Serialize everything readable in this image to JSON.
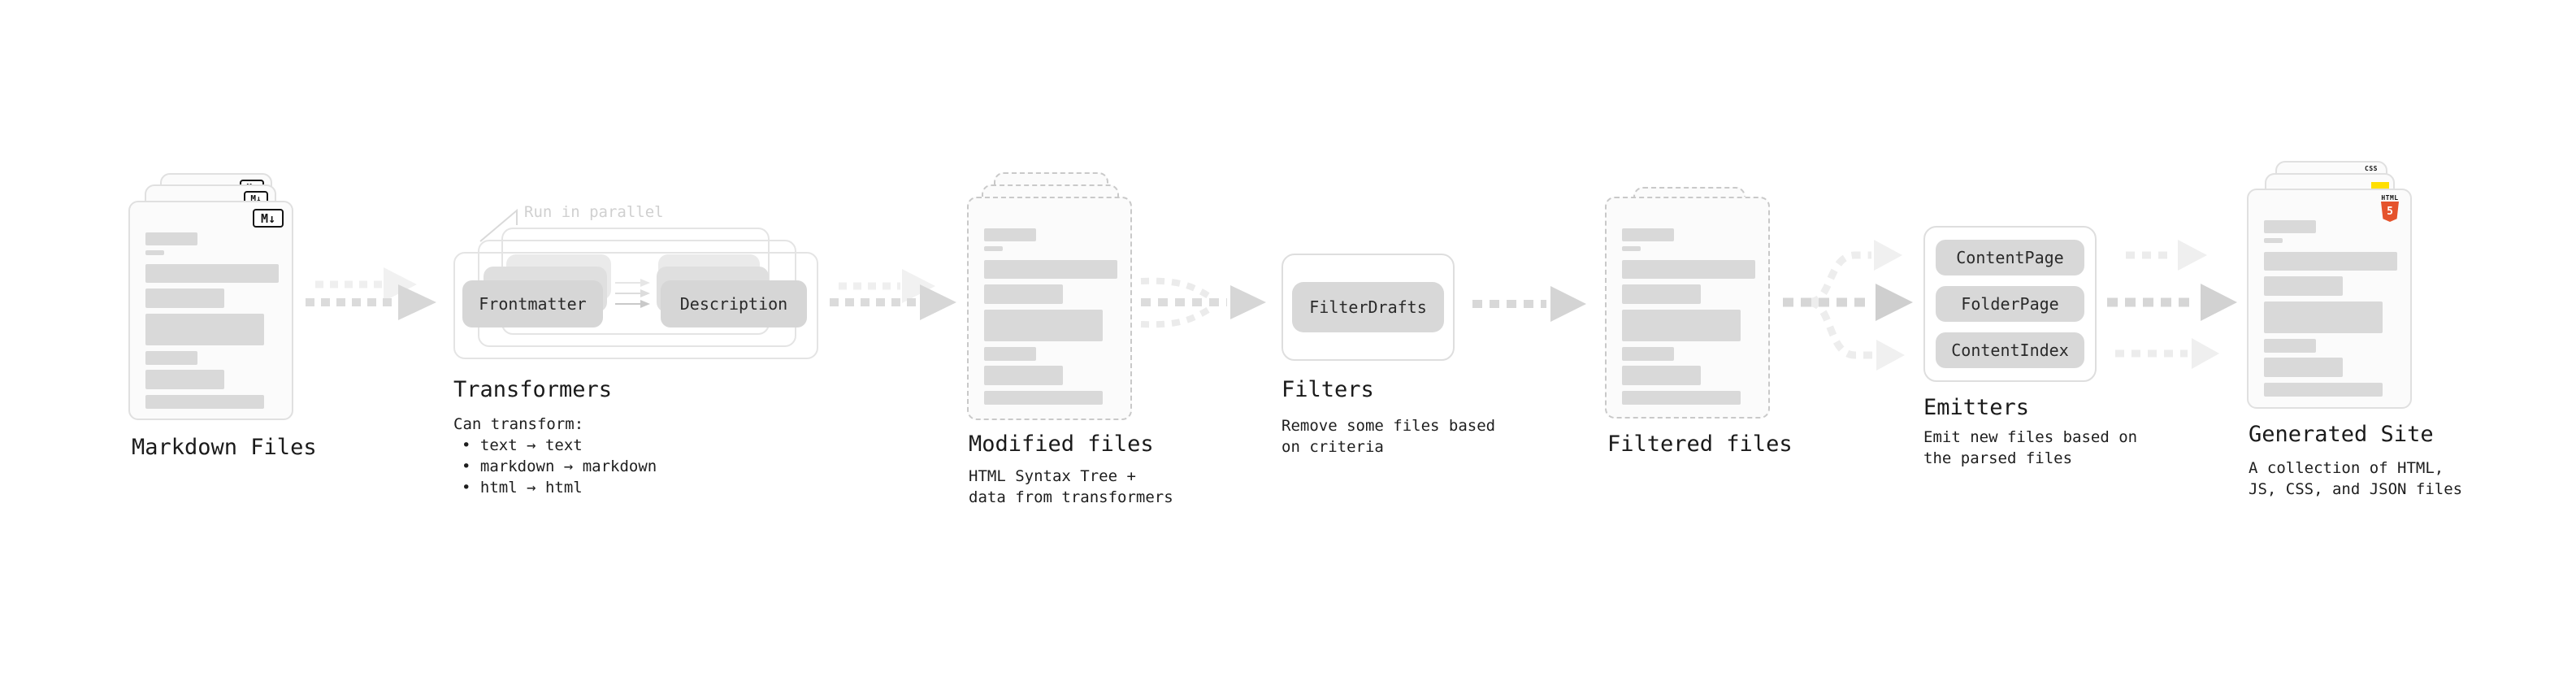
{
  "sections": {
    "markdown_files": {
      "title": "Markdown Files",
      "file_badge": "M↓"
    },
    "transformers": {
      "title": "Transformers",
      "parallel_note": "Run in parallel",
      "input_box": "Frontmatter",
      "output_box": "Description",
      "description_heading": "Can transform:",
      "bullets": [
        "• text → text",
        "• markdown → markdown",
        "• html → html"
      ]
    },
    "modified_files": {
      "title": "Modified files",
      "description_lines": [
        "HTML Syntax Tree +",
        "data from transformers"
      ]
    },
    "filters": {
      "title": "Filters",
      "box": "FilterDrafts",
      "description_lines": [
        "Remove some files based",
        "on criteria"
      ]
    },
    "filtered_files": {
      "title": "Filtered files"
    },
    "emitters": {
      "title": "Emitters",
      "boxes": [
        "ContentPage",
        "FolderPage",
        "ContentIndex"
      ],
      "description_lines": [
        "Emit new files based on",
        "the parsed files"
      ]
    },
    "generated_site": {
      "title": "Generated Site",
      "badges": {
        "css_label": "CSS",
        "html_label": "HTML",
        "html_number": "5"
      },
      "description_lines": [
        "A collection of HTML,",
        "JS, CSS, and JSON files"
      ]
    }
  },
  "colors": {
    "html5_orange": "#e5532c",
    "js_yellow": "#ffdf00",
    "css_blue": "#2d6ff1",
    "skeleton_gray": "#d9d9d9",
    "arrow_gray": "#d7d7d7",
    "arrow_light": "#efefef"
  }
}
